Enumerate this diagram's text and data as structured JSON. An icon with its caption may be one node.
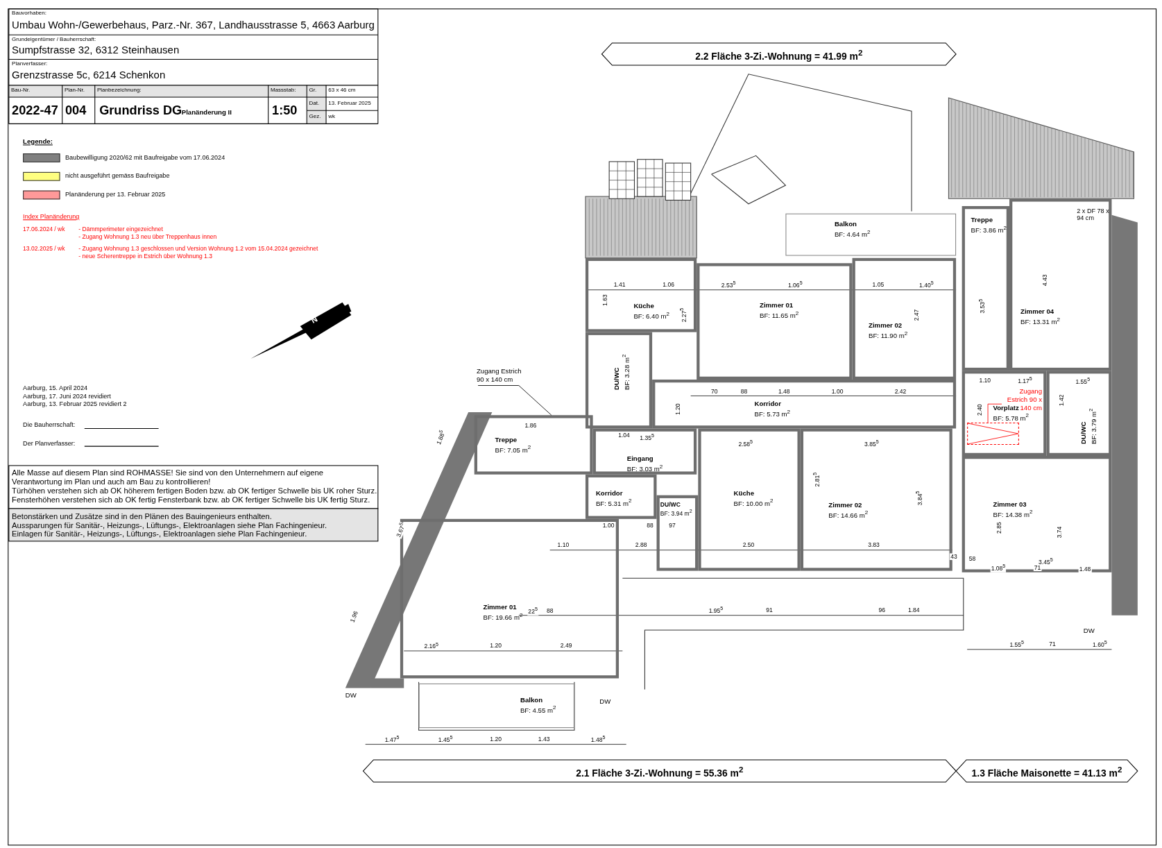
{
  "diagram": {
    "nodes": [
      {
        "text": [
          "2.2 Fläche 3-Zi.-Wohnung = 41.99 m$^{2}$"
        ]
      },
      {
        "text": [
          "Balkon",
          "BF: 4.64 m$^{2}$"
        ]
      },
      {
        "text": [
          "Treppe",
          "BF: 3.86 m$^{2}$"
        ]
      },
      {
        "text": [
          "Zimmer 04",
          "BF: 13.31 m$^{2}$"
        ]
      },
      {
        "text": [
          "Küche",
          "BF: 6.40 m$^{2}$"
        ]
      },
      {
        "text": [
          "Zimmer 01",
          "BF: 11.65 m$^{2}$"
        ]
      },
      {
        "text": [
          "Zimmer 02",
          "BF: 11.90 m$^{2}$"
        ]
      },
      {
        "text": [
          "DU/WC",
          "BF: 3.28 m$^{2}$"
        ]
      },
      {
        "text": [
          "Zugang Estrich 90 x 140 cm"
        ]
      },
      {
        "text": [
          "Korridor",
          "BF: 5.73 m$^{2}$"
        ]
      },
      {
        "text": [
          "Vorplatz",
          "BF: 5.78 m$^{2}$"
        ]
      },
      {
        "text": [
          "Zugang Estrich 90 x 140 cm"
        ],
        "in": 10
      },
      {
        "text": [],
        "shape": "box",
        "in": 10
      },
      {
        "text": [
          "DU/WC",
          "BF: 3.79 m$^{2}$"
        ]
      },
      {
        "text": [
          "Treppe",
          "BF: 7.05 m$^{2}$"
        ]
      },
      {
        "text": [
          "Eingang",
          "BF: 3.03 m$^{2}$"
        ]
      },
      {
        "text": [
          "Korridor",
          "BF: 5.31 m$^{2}$"
        ]
      },
      {
        "text": [
          "Küche",
          "BF: 10.00 m$^{2}$"
        ]
      },
      {
        "text": [
          "Zimmer 02",
          "BF: 14.66 m$^{2}$"
        ]
      },
      {
        "text": [
          "DU/WC",
          "BF: 3.94 m$^{2}$"
        ]
      },
      {
        "text": [
          "Zimmer 03",
          "BF: 14.38 m$^{2}$"
        ]
      },
      {
        "text": [
          "Zimmer 01",
          "BF: 19.66 m$^{2}$"
        ]
      },
      {
        "text": [
          "Balkon",
          "BF: 4.55 m$^{2}$"
        ]
      },
      {
        "text": [
          "2.1 Fläche 3-Zi.-Wohnung = 55.36 m$^{2}$"
        ]
      },
      {
        "text": [
          "1.3 Fläche Maisonette = 41.13 m$^{2}$"
        ]
      }
    ],
    "edges": [
      {
        "from": 8,
        "to": 14,
        "arrow": "none"
      },
      {
        "from": 11,
        "to": 12,
        "arrow": "none",
        "color": "#ff0000"
      }
    ],
    "labels": [
      "Bauvorhaben:",
      "Umbau Wohn-/Gewerbehaus, Parz.-Nr. 367, Landhausstrasse 5, 4663 Aarburg",
      "Grundeigentümer / Bauherrschaft:",
      "Sumpfstrasse 32, 6312 Steinhausen",
      "Planverfasser:",
      "Grenzstrasse 5c, 6214 Schenkon",
      "Bau-Nr.",
      "Plan-Nr.",
      "Planbezeichnung:",
      "Massstab:",
      "Gr.",
      "63 x 46 cm",
      "2022-47",
      "004",
      "Grundriss DG",
      "Planänderung II",
      "1:50",
      "Dat.",
      "13. Februar 2025",
      "Gez.",
      "wk",
      "Legende:",
      "Index Planänderung",
      "17.06.2024 / wk",
      "- Dämmperimeter eingezeichnet",
      "- Zugang Wohnung 1.3 neu über Treppenhaus innen",
      "13.02.2025 / wk",
      "- Zugang Wohnung 1.3 geschlossen und Version Wohnung 1.2 vom 15.04.2024 gezeichnet",
      "- neue Scherentreppe in Estrich über Wohnung 1.3",
      "Aarburg, 15. April 2024",
      "Aarburg, 17. Juni 2024 revidiert",
      "Aarburg, 13. Februar 2025 revidiert 2",
      "Die Bauherrschaft:",
      "Der Planverfasser:",
      "Alle Masse auf diesem Plan sind ROHMASSE! Sie sind von den Unternehmern auf eigene Verantwortung im Plan und auch am Bau zu kontrollieren!",
      "Türhöhen verstehen sich ab OK höherem fertigen Boden bzw. ab OK fertiger Schwelle bis UK roher Sturz.",
      "Fensterhöhen verstehen sich ab OK fertig Fensterbank bzw. ab OK fertiger Schwelle bis UK fertig Sturz.",
      "Betonstärken und Zusätze sind in den Plänen des Bauingenieurs enthalten.",
      "Aussparungen für Sanitär-, Heizungs-, Lüftungs-, Elektroanlagen siehe Plan Fachingenieur.",
      "Einlagen für Sanitär-, Heizungs-, Lüftungs-, Elektroanlagen siehe Plan Fachingenieur.",
      "2 x DF 78 x 94 cm",
      "DW",
      "DW",
      "DW",
      "N",
      "1.41",
      "1.06",
      "2.53$^{5}$",
      "1.06$^{5}$",
      "1.05",
      "1.40$^{5}$",
      "1.63",
      "2.27$^{5}$",
      "2.47",
      "3.53$^{5}$",
      "4.43",
      "70",
      "88",
      "1.48",
      "1.00",
      "2.42",
      "1.20",
      "1.10",
      "1.17$^{5}$",
      "1.55$^{5}$",
      "1.42",
      "2.40",
      "1.86",
      "1.04",
      "1.35$^{5}$",
      "2.58$^{5}$",
      "3.85$^{5}$",
      "2.81$^{5}$",
      "3.84$^{5}$",
      "2.85",
      "3.74",
      "1.00",
      "88",
      "97",
      "1.10",
      "2.88",
      "2.50",
      "3.83",
      "43",
      "58",
      "3.45$^{5}$",
      "1.08$^{5}$",
      "71",
      "1.48",
      "22$^{5}$",
      "88",
      "1.95$^{5}$",
      "91",
      "96",
      "1.84",
      "2.16$^{5}$",
      "1.20",
      "2.49",
      "1.55$^{5}$",
      "71",
      "1.60$^{5}$",
      "1.47$^{5}$",
      "1.45$^{5}$",
      "1.20",
      "1.43",
      "1.48$^{5}$",
      "1.88$^{5}$",
      "3.67$^{5}$",
      "1.96"
    ],
    "legend": [
      {
        "text": "Baubewilligung 2020/62 mit Baufreigabe vom 17.06.2024",
        "color": "#808080"
      },
      {
        "text": "nicht ausgeführt gemäss Baufreigabe",
        "color": "#ffff80"
      },
      {
        "text": "Planänderung per 13. Februar 2025",
        "color": "#ff9999"
      }
    ]
  }
}
